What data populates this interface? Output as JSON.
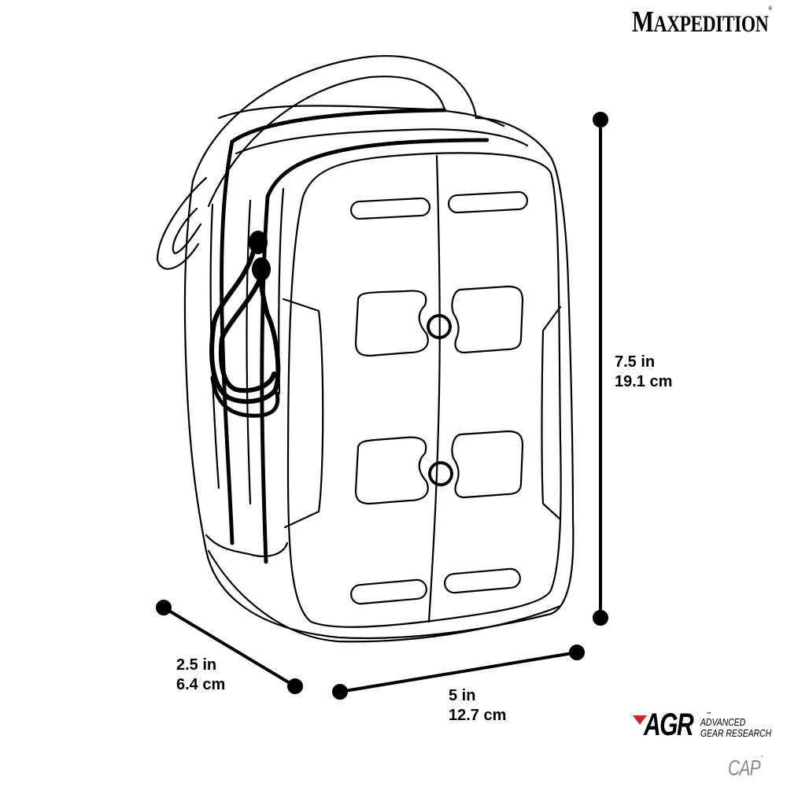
{
  "brand": {
    "name_first": "M",
    "name_rest": "AXPEDITION",
    "registered_mark": "®"
  },
  "product": {
    "line_mark": "AGR",
    "line_trademark": "™",
    "line_name": "ADVANCED\nGEAR RESEARCH",
    "model": "CAP",
    "model_trademark": "™"
  },
  "dimensions": {
    "height": {
      "imperial": "7.5 in",
      "metric": "19.1 cm",
      "text": "7.5 in\n19.1 cm"
    },
    "depth": {
      "imperial": "2.5 in",
      "metric": "6.4 cm",
      "text": "2.5 in\n6.4 cm"
    },
    "width": {
      "imperial": "5 in",
      "metric": "12.7 cm",
      "text": "5 in\n12.7 cm"
    }
  },
  "colors": {
    "line": "#000000",
    "background": "#ffffff",
    "agr_accent": "#d2232a",
    "model_gray": "#8a8a8a"
  },
  "icons": [
    "pouch-line-drawing",
    "zipper-pull-icon",
    "grommet-icon",
    "dimension-marker-icon",
    "agr-triangle-icon"
  ]
}
